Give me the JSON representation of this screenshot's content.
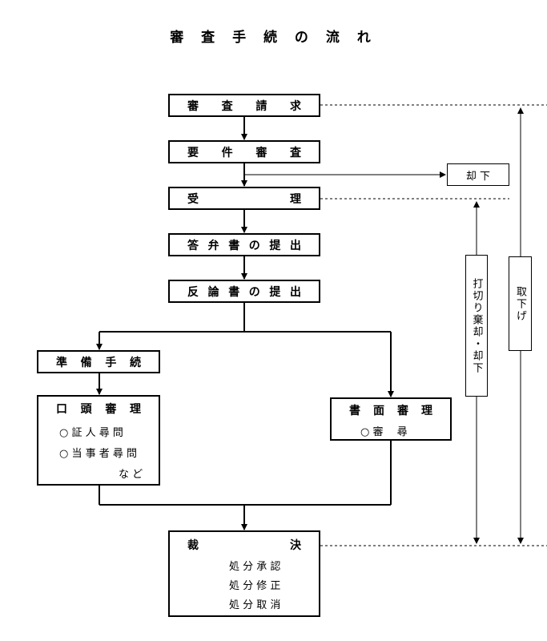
{
  "title": "審 査 手 続 の 流 れ",
  "steps": {
    "request": [
      "審",
      "査",
      "請",
      "求"
    ],
    "requirement": [
      "要",
      "件",
      "審",
      "査"
    ],
    "acceptance": [
      "受",
      "理"
    ],
    "answer": [
      "答",
      "弁",
      "書",
      "の",
      "提",
      "出"
    ],
    "rebuttal": [
      "反",
      "論",
      "書",
      "の",
      "提",
      "出"
    ],
    "preparation": [
      "準",
      "備",
      "手",
      "続"
    ],
    "oral": {
      "heading": [
        "口",
        "頭",
        "審",
        "理"
      ],
      "item1": "○ 証 人 尋 問",
      "item2": "○ 当 事 者 尋 問",
      "item3": "な ど"
    },
    "written": {
      "heading": [
        "書",
        "面",
        "審",
        "理"
      ],
      "item1": "○ 審　 尋"
    },
    "decision": {
      "heading": [
        "裁",
        "決"
      ],
      "items": [
        "処 分 承 認",
        "処 分 修 正",
        "処 分 取 消"
      ]
    }
  },
  "side": {
    "rejection": "却 下",
    "termination": "打切り棄却・却下",
    "withdrawal": "取下げ"
  }
}
